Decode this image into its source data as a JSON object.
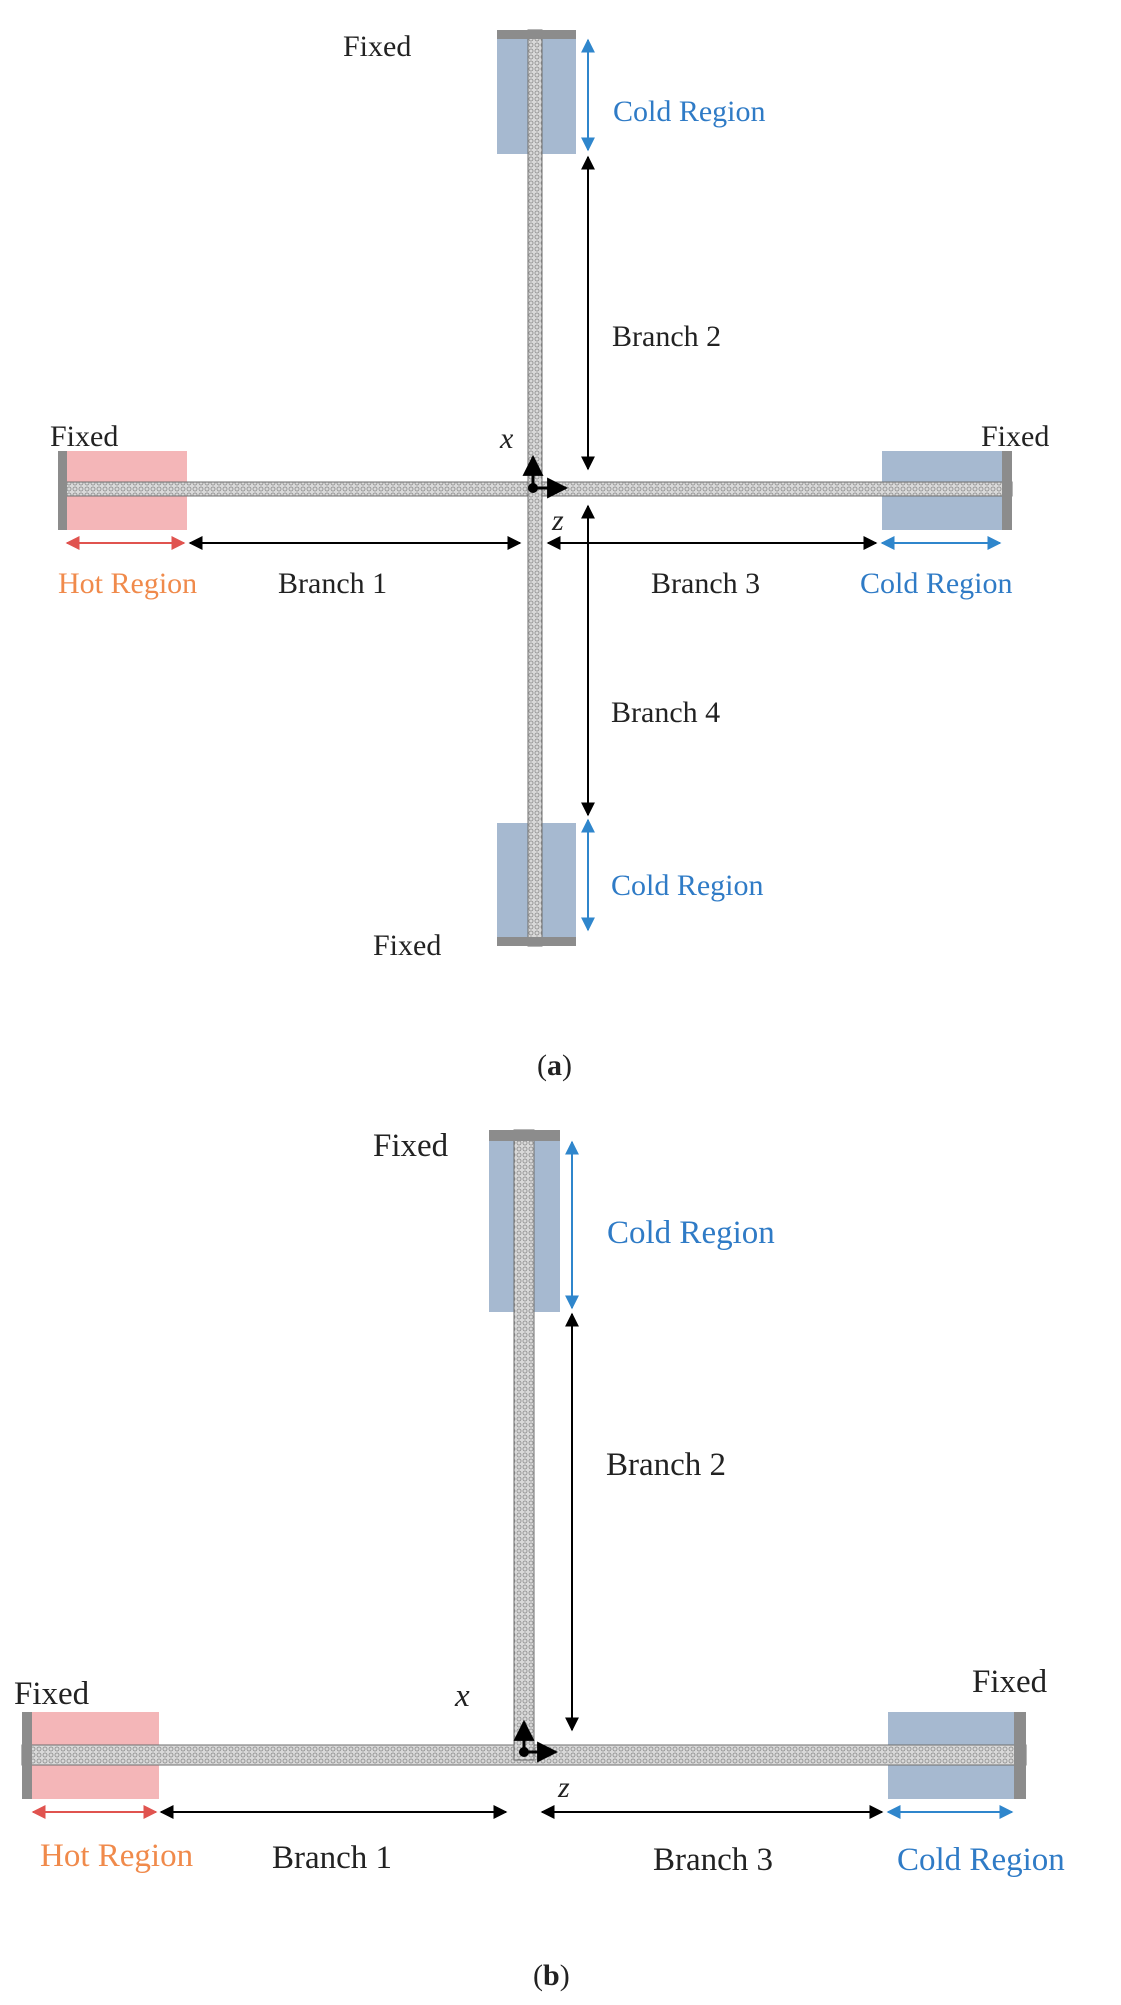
{
  "colors": {
    "hot_fill": "#f4b6b8",
    "hot_text": "#f08a4b",
    "hot_arrow": "#e0534f",
    "cold_fill": "#a6b9d0",
    "cold_text": "#2f7bc6",
    "cold_arrow": "#2f86cc",
    "tube": "#d6d6d6",
    "tube_edge": "#6e6e6e",
    "fixed": "#8c8c8c",
    "arrow": "#000000"
  },
  "icons": [
    "axis-origin-icon",
    "double-arrow-icon"
  ],
  "panels": [
    {
      "id": "a",
      "caption": "a",
      "fixed_labels": [
        "Fixed",
        "Fixed",
        "Fixed",
        "Fixed"
      ],
      "hot_region_label": "Hot Region",
      "cold_region_labels": [
        "Cold Region",
        "Cold Region",
        "Cold Region"
      ],
      "branch_labels": [
        "Branch 1",
        "Branch 2",
        "Branch 3",
        "Branch 4"
      ],
      "axis_labels": {
        "x": "x",
        "z": "z"
      }
    },
    {
      "id": "b",
      "caption": "b",
      "fixed_labels": [
        "Fixed",
        "Fixed",
        "Fixed"
      ],
      "hot_region_label": "Hot Region",
      "cold_region_labels": [
        "Cold Region",
        "Cold Region"
      ],
      "branch_labels": [
        "Branch 1",
        "Branch 2",
        "Branch 3"
      ],
      "axis_labels": {
        "x": "x",
        "z": "z"
      }
    }
  ]
}
